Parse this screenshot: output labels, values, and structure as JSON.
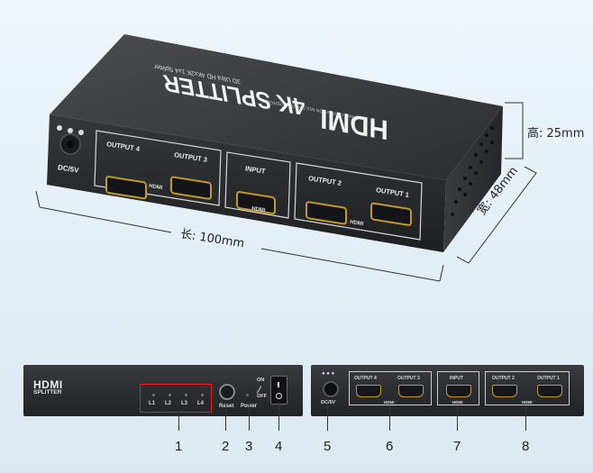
{
  "photo": {
    "top_face_text": {
      "tagline_small": "HIGH DEFINITION MULTIMEDIA INTERFACE",
      "brand": "HDMI",
      "model": "4K SPLITTER",
      "subtitle": "3D Ultra HD 4Kx2K 1x4 Splitter"
    },
    "front_face": {
      "dc_label": "DC/5V",
      "ports": [
        "OUTPUT 4",
        "OUTPUT 3",
        "INPUT",
        "OUTPUT 2",
        "OUTPUT 1"
      ],
      "group_label": "HDMI"
    },
    "dimensions": {
      "height": "高: 25mm",
      "width": "宽: 48mm",
      "length": "长: 100mm"
    }
  },
  "front_panel": {
    "logo_top": "HDMI",
    "logo_bottom": "SPLITTER",
    "leds": [
      "L1",
      "L2",
      "L3",
      "L4"
    ],
    "reset_label": "Reset",
    "power_label": "Power",
    "switch_on": "ON",
    "switch_off": "OFF"
  },
  "rear_panel": {
    "dc_label": "DC/5V",
    "ports": [
      "OUTPUT 4",
      "OUTPUT 3",
      "INPUT",
      "OUTPUT 2",
      "OUTPUT 1"
    ],
    "group_label": "HDMI"
  },
  "callouts": [
    "1",
    "2",
    "3",
    "4",
    "5",
    "6",
    "7",
    "8"
  ],
  "colors": {
    "led_highlight_box": "#e02020",
    "port_gold": "#c39a2a"
  }
}
